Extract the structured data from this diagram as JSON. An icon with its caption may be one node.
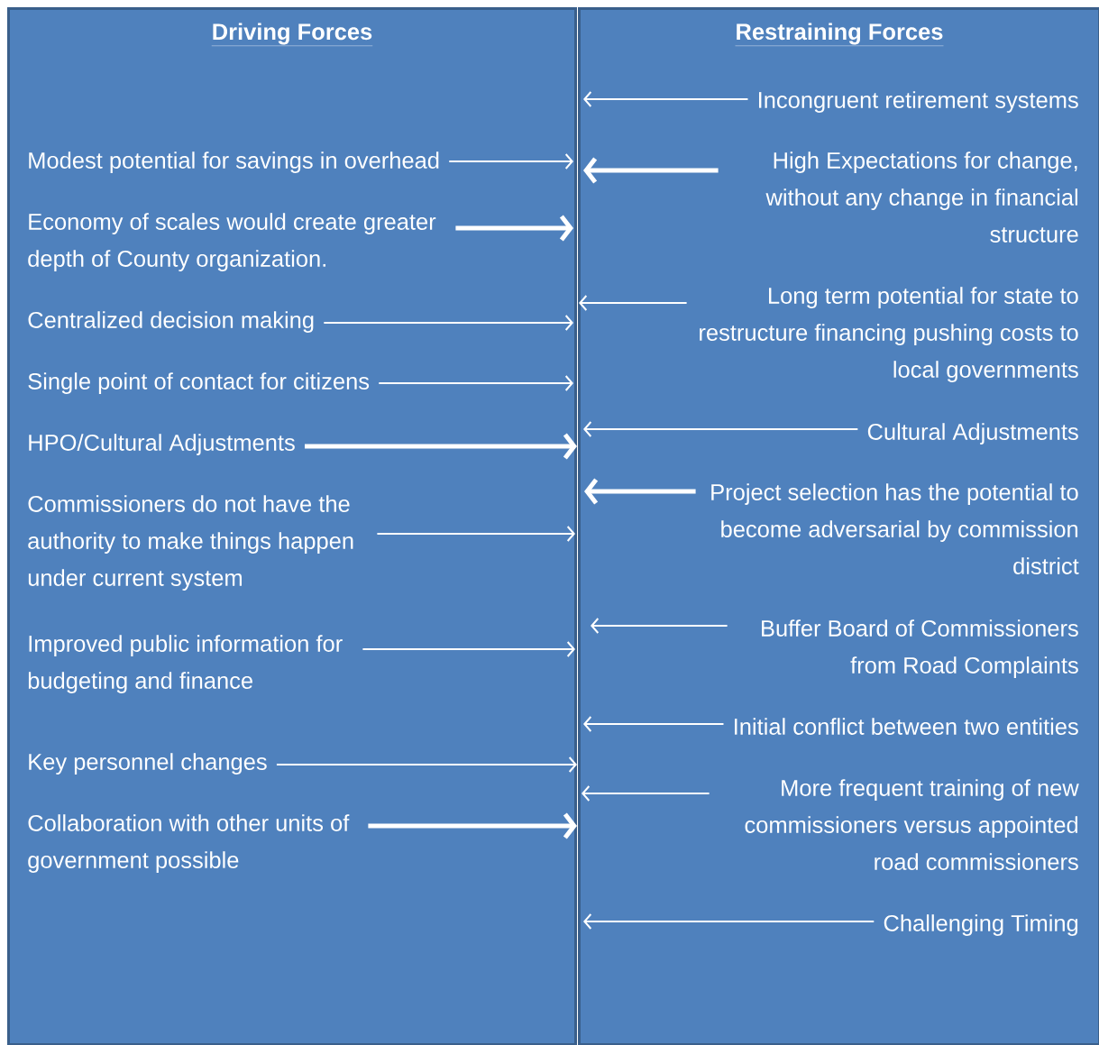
{
  "diagram": {
    "nodes": [
      {
        "text": [
          "Driving Forces"
        ]
      },
      {
        "text": [
          "Restraining Forces"
        ]
      },
      {
        "text": [
          "Modest potential for savings in overhead"
        ],
        "in": 0
      },
      {
        "text": [
          "Economy of scales would create greater depth of County organization."
        ],
        "in": 0
      },
      {
        "text": [
          "Centralized decision making"
        ],
        "in": 0
      },
      {
        "text": [
          "Single point of contact for citizens"
        ],
        "in": 0
      },
      {
        "text": [
          "HPO/Cultural Adjustments"
        ],
        "in": 0
      },
      {
        "text": [
          "Commissioners do not have the authority to make things happen under current system"
        ],
        "in": 0
      },
      {
        "text": [
          "Improved public information for budgeting and finance"
        ],
        "in": 0
      },
      {
        "text": [
          "Key personnel changes"
        ],
        "in": 0
      },
      {
        "text": [
          "Collaboration with other units of government possible"
        ],
        "in": 0
      },
      {
        "text": [
          "Incongruent retirement systems"
        ],
        "in": 1
      },
      {
        "text": [
          "High Expectations for change, without any change in financial structure"
        ],
        "in": 1
      },
      {
        "text": [
          "Long term potential for state to restructure financing pushing costs to local governments"
        ],
        "in": 1
      },
      {
        "text": [
          "Cultural Adjustments"
        ],
        "in": 1
      },
      {
        "text": [
          "Project selection has the potential to become adversarial by commission district"
        ],
        "in": 1
      },
      {
        "text": [
          "Buffer Board of Commissioners from Road Complaints"
        ],
        "in": 1
      },
      {
        "text": [
          "Initial conflict between two entities"
        ],
        "in": 1
      },
      {
        "text": [
          "More frequent training of new commissioners versus appointed road commissioners"
        ],
        "in": 1
      },
      {
        "text": [
          "Challenging Timing"
        ],
        "in": 1
      }
    ],
    "edges": [
      {
        "from": 2,
        "to": null,
        "arrow": "to"
      },
      {
        "from": 3,
        "to": null,
        "arrow": "to",
        "style": "thick"
      },
      {
        "from": 4,
        "to": null,
        "arrow": "to"
      },
      {
        "from": 5,
        "to": null,
        "arrow": "to"
      },
      {
        "from": 6,
        "to": null,
        "arrow": "to",
        "style": "thick"
      },
      {
        "from": 7,
        "to": null,
        "arrow": "to"
      },
      {
        "from": 8,
        "to": null,
        "arrow": "to"
      },
      {
        "from": 9,
        "to": null,
        "arrow": "to"
      },
      {
        "from": 10,
        "to": null,
        "arrow": "to",
        "style": "thick"
      },
      {
        "from": 11,
        "to": null,
        "arrow": "to"
      },
      {
        "from": 12,
        "to": null,
        "arrow": "to",
        "style": "thick"
      },
      {
        "from": 13,
        "to": null,
        "arrow": "to"
      },
      {
        "from": 14,
        "to": null,
        "arrow": "to"
      },
      {
        "from": 15,
        "to": null,
        "arrow": "to",
        "style": "thick"
      },
      {
        "from": 16,
        "to": null,
        "arrow": "to"
      },
      {
        "from": 17,
        "to": null,
        "arrow": "to"
      },
      {
        "from": 18,
        "to": null,
        "arrow": "to"
      },
      {
        "from": 19,
        "to": null,
        "arrow": "to"
      }
    ]
  }
}
